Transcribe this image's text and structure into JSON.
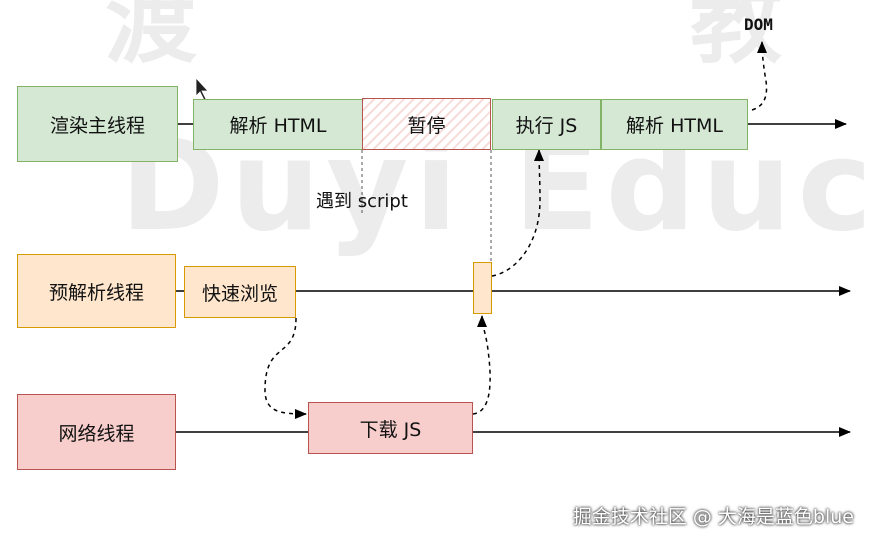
{
  "threads": {
    "main": {
      "label": "渲染主线程",
      "steps": [
        "解析 HTML",
        "暂停",
        "执行 JS",
        "解析 HTML"
      ]
    },
    "preparse": {
      "label": "预解析线程",
      "step": "快速浏览"
    },
    "network": {
      "label": "网络线程",
      "step": "下载 JS"
    }
  },
  "annotations": {
    "encounter": "遇到 script",
    "dom": "DOM"
  },
  "watermark": {
    "main": "Duyi Educ",
    "top_left": "渡",
    "top_right": "教"
  },
  "footer": "掘金技术社区 @ 大海是蓝色blue",
  "colors": {
    "green_fill": "#d5e8d4",
    "green_stroke": "#82b366",
    "orange_fill": "#ffe6cc",
    "orange_stroke": "#d79b00",
    "red_fill": "#f8cecc",
    "red_stroke": "#b85450"
  }
}
